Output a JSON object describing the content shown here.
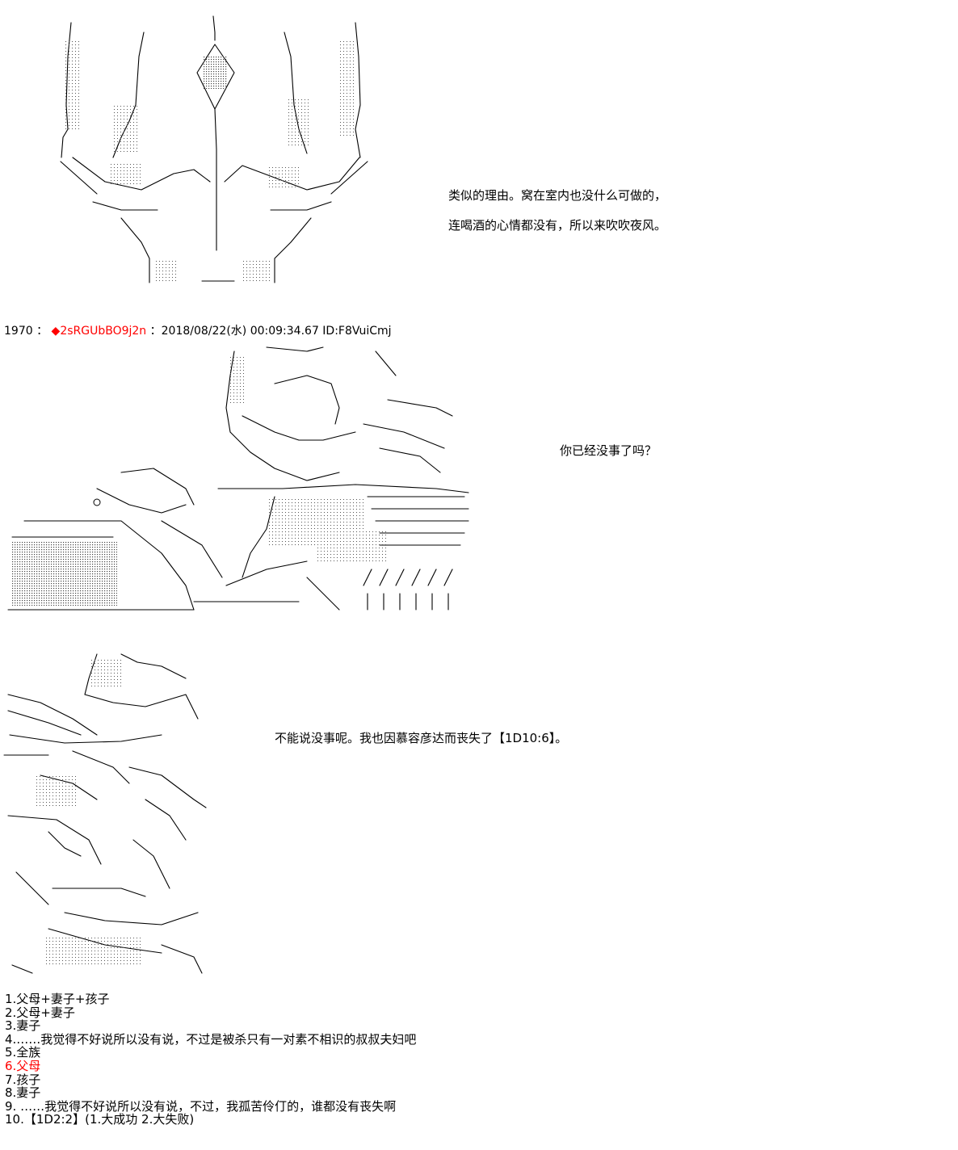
{
  "colors": {
    "text": "#000000",
    "trip": "#ff0000",
    "highlight": "#ff0000",
    "background": "#ffffff"
  },
  "dialog": {
    "line1": "类似的理由。窝在室内也没什么可做的，",
    "line2": "连喝酒的心情都没有，所以来吹吹夜风。",
    "question": "你已经没事了吗？",
    "answer": "不能说没事呢。我也因慕容彦达而丧失了【1D10:6】。"
  },
  "post": {
    "number": "1970",
    "sep": "：",
    "trip": "◆2sRGUbBO9j2n",
    "datetime": "：2018/08/22(水) 00:09:34.67 ID:F8VuiCmj"
  },
  "choices": [
    {
      "text": "1.父母+妻子+孩子",
      "highlight": false
    },
    {
      "text": "2.父母+妻子",
      "highlight": false
    },
    {
      "text": "3.妻子",
      "highlight": false
    },
    {
      "text": "4.……我觉得不好说所以没有说，不过是被杀只有一对素不相识的叔叔夫妇吧",
      "highlight": false
    },
    {
      "text": "5.全族",
      "highlight": false
    },
    {
      "text": "6.父母",
      "highlight": true
    },
    {
      "text": "7.孩子",
      "highlight": false
    },
    {
      "text": "8.妻子",
      "highlight": false
    },
    {
      "text": "9. ……我觉得不好说所以没有说，不过，我孤苦伶仃的，谁都没有丧失啊",
      "highlight": false
    },
    {
      "text": "10.【1D2:2】(1.大成功  2.大失败)",
      "highlight": false
    }
  ]
}
